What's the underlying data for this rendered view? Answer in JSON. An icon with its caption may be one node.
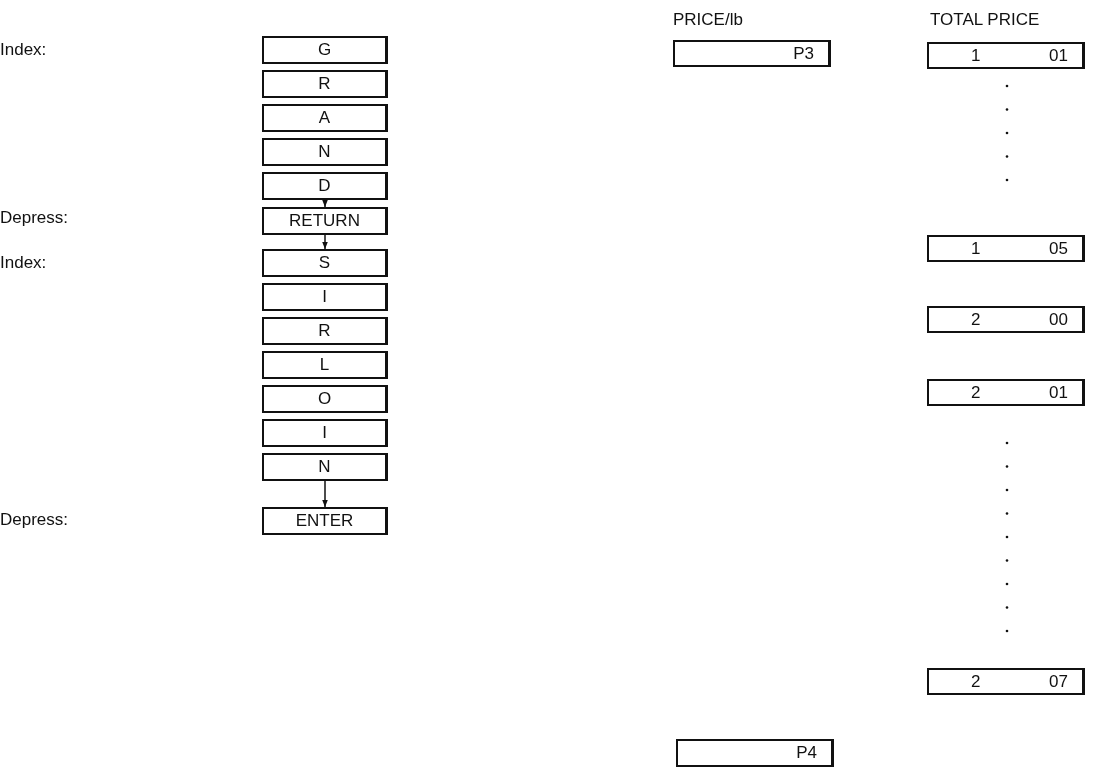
{
  "diagram": {
    "nodes": [
      {
        "text": [
          "G"
        ]
      },
      {
        "text": [
          "R"
        ]
      },
      {
        "text": [
          "A"
        ]
      },
      {
        "text": [
          "N"
        ]
      },
      {
        "text": [
          "D"
        ]
      },
      {
        "text": [
          "RETURN"
        ]
      },
      {
        "text": [
          "S"
        ]
      },
      {
        "text": [
          "I"
        ]
      },
      {
        "text": [
          "R"
        ]
      },
      {
        "text": [
          "L"
        ]
      },
      {
        "text": [
          "O"
        ]
      },
      {
        "text": [
          "I"
        ]
      },
      {
        "text": [
          "N"
        ]
      },
      {
        "text": [
          "ENTER"
        ]
      },
      {
        "text": [
          "P3"
        ]
      },
      {
        "text": [
          "P4"
        ]
      },
      {
        "text": [
          "1",
          "01"
        ]
      },
      {
        "text": [
          "1",
          "05"
        ]
      },
      {
        "text": [
          "2",
          "00"
        ]
      },
      {
        "text": [
          "2",
          "01"
        ]
      },
      {
        "text": [
          "2",
          "07"
        ]
      }
    ],
    "edges": [
      {
        "from": 4,
        "to": 5,
        "arrow": "to"
      },
      {
        "from": 5,
        "to": 6,
        "arrow": "to"
      },
      {
        "from": 12,
        "to": 13,
        "arrow": "to"
      }
    ],
    "labels": [
      "Index:",
      "Depress:",
      "Index:",
      "Depress:",
      "PRICE/lb",
      "TOTAL PRICE"
    ]
  }
}
